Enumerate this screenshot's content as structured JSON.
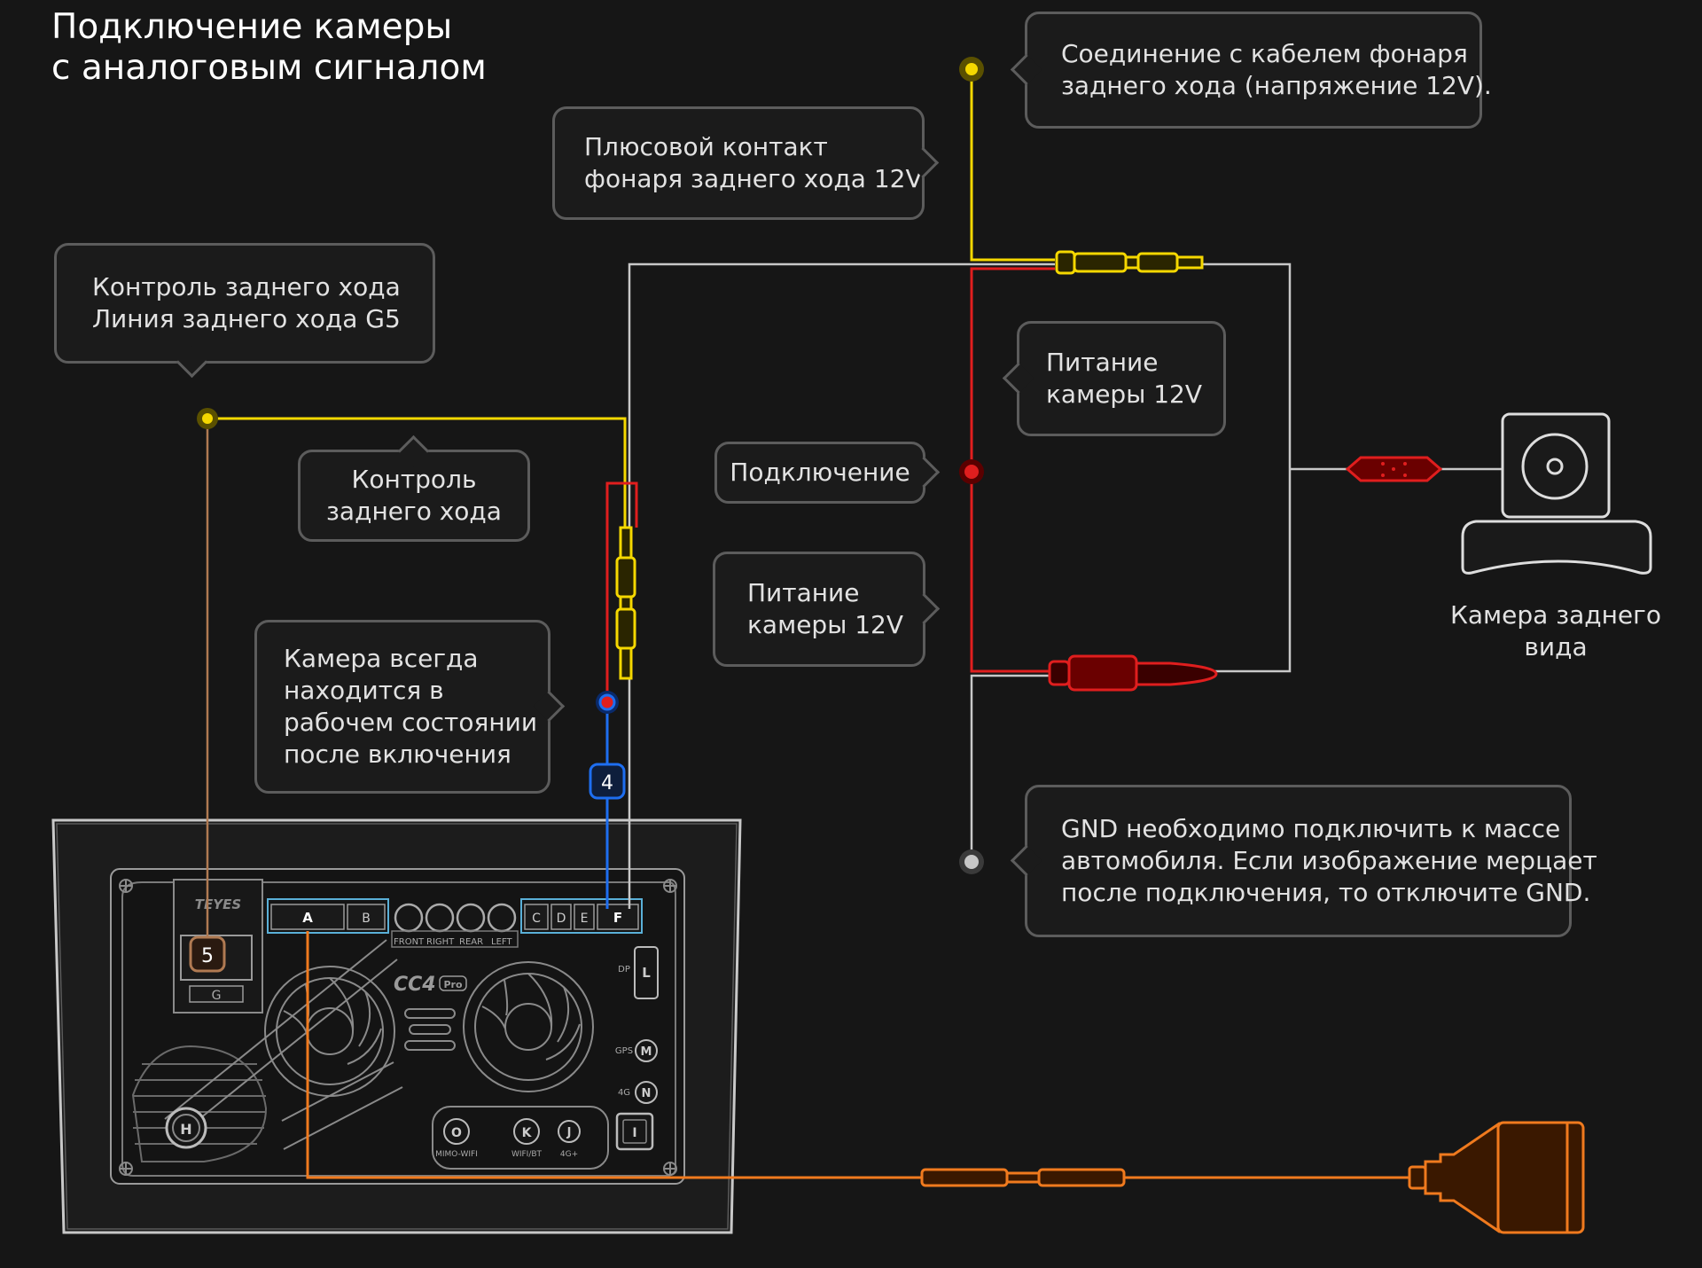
{
  "title": {
    "line1": "Подключение камеры",
    "line2": "с аналоговым сигналом"
  },
  "callouts": {
    "reverse_light_cable": {
      "line1": "Соединение с кабелем фонаря",
      "line2": "заднего хода (напряжение 12V)."
    },
    "reverse_light_plus": {
      "line1": "Плюсовой контакт",
      "line2": "фонаря заднего хода 12V"
    },
    "reverse_control_line": {
      "line1": "Контроль заднего хода",
      "line2": "Линия заднего хода G5"
    },
    "reverse_control": {
      "line1": "Контроль",
      "line2": "заднего хода"
    },
    "camera_power_top": {
      "line1": "Питание",
      "line2": "камеры 12V"
    },
    "connection": {
      "text": "Подключение"
    },
    "camera_power_mid": {
      "line1": "Питание",
      "line2": "камеры 12V"
    },
    "camera_always_on": {
      "line1": "Камера всегда",
      "line2": "находится в",
      "line3": "рабочем состоянии",
      "line4": "после включения"
    },
    "gnd_note": {
      "line1": "GND необходимо подключить к массе",
      "line2": "автомобиля. Если изображение мерцает",
      "line3": "после подключения, то отключите GND."
    }
  },
  "camera_label": {
    "line1": "Камера заднего",
    "line2": "вида"
  },
  "markers": {
    "pin5": "5",
    "pin4": "4"
  },
  "head_unit": {
    "brand": "TEYES",
    "model": "CC4",
    "model_badge": "Pro",
    "connector_g": "G",
    "connector_a": "A",
    "connector_b": "B",
    "connector_c": "C",
    "connector_d": "D",
    "connector_e": "E",
    "connector_f": "F",
    "audio_front": "FRONT",
    "audio_right": "RIGHT",
    "audio_rear": "REAR",
    "audio_left": "LEFT",
    "port_dp": "DP",
    "port_l": "L",
    "port_gps": "GPS",
    "port_m": "M",
    "port_4g": "4G",
    "port_n": "N",
    "port_h": "H",
    "port_o": "O",
    "port_o_label": "MIMO-WIFI",
    "port_k": "K",
    "port_k_label": "WIFI/BT",
    "port_j": "J",
    "port_j_label": "4G+",
    "port_i": "I"
  },
  "colors": {
    "background": "#161616",
    "reverse_wire": "#f5d800",
    "power_wire": "#e01e1e",
    "video_wire": "#f07a1e",
    "signal_wire": "#1e6ef0",
    "gnd_wire": "#c8c8c8",
    "g5_wire": "#b07a52"
  }
}
